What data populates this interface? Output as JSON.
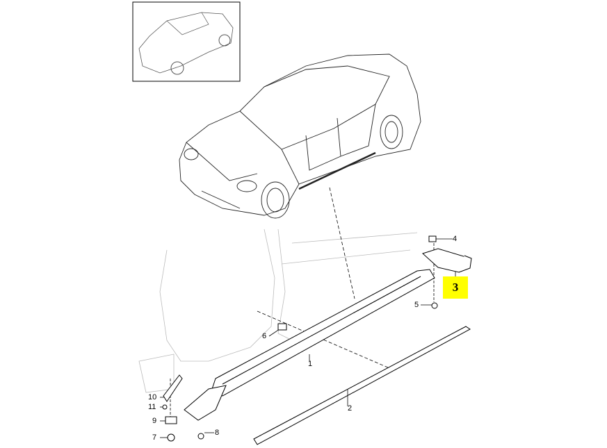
{
  "diagram": {
    "highlight_color": "#ffff00",
    "highlighted_part": "3",
    "callouts": {
      "p1": "1",
      "p2": "2",
      "p3": "3",
      "p4": "4",
      "p5": "5",
      "p6": "6",
      "p7": "7",
      "p8": "8",
      "p9": "9",
      "p10": "10",
      "p11": "11"
    }
  }
}
